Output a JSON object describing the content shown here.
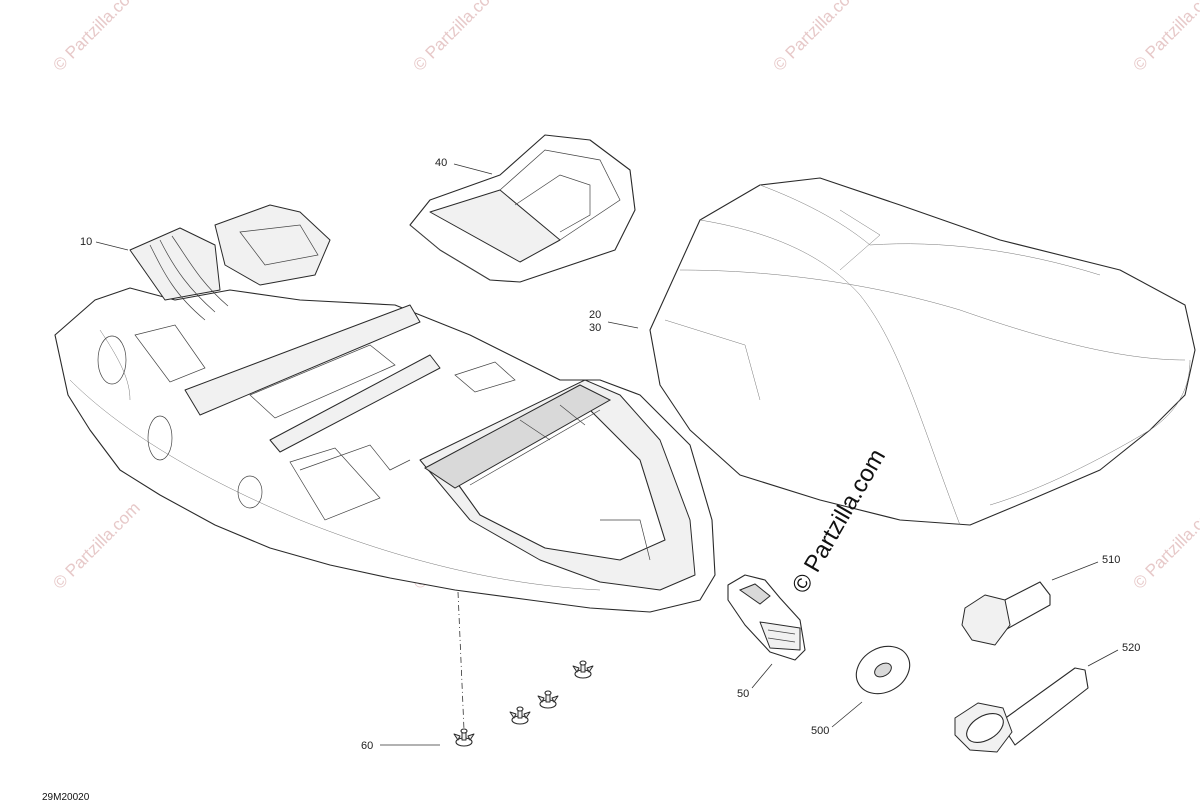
{
  "diagram": {
    "reference": "29M20020",
    "watermark": "© Partzilla.com",
    "callouts": {
      "c10": "10",
      "c20": "20",
      "c30": "30",
      "c40": "40",
      "c50": "50",
      "c60": "60",
      "c500": "500",
      "c510": "510",
      "c520": "520"
    }
  }
}
